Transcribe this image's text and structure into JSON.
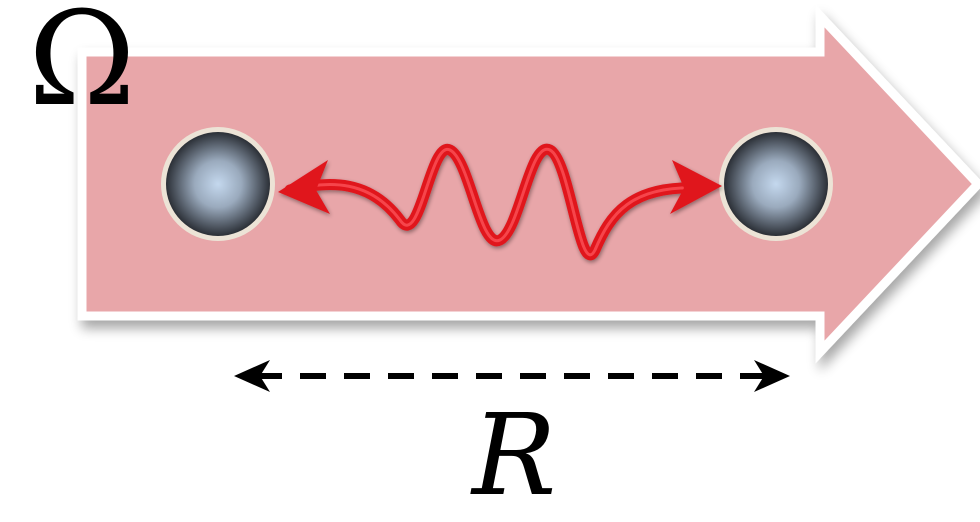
{
  "labels": {
    "omega": "Ω",
    "distance": "R"
  },
  "colors": {
    "arrow_fill": "#e8a6a9",
    "arrow_border": "#ffffff",
    "wave": "#e0141c",
    "particle_center": "#c4d8ee",
    "particle_edge": "#2b2f36",
    "particle_ring": "#ece3d6",
    "dashed_arrow": "#000000"
  },
  "icons": {
    "particle_left": "sphere",
    "particle_right": "sphere",
    "interaction": "wavy-double-arrow",
    "separation": "dashed-double-arrow"
  }
}
